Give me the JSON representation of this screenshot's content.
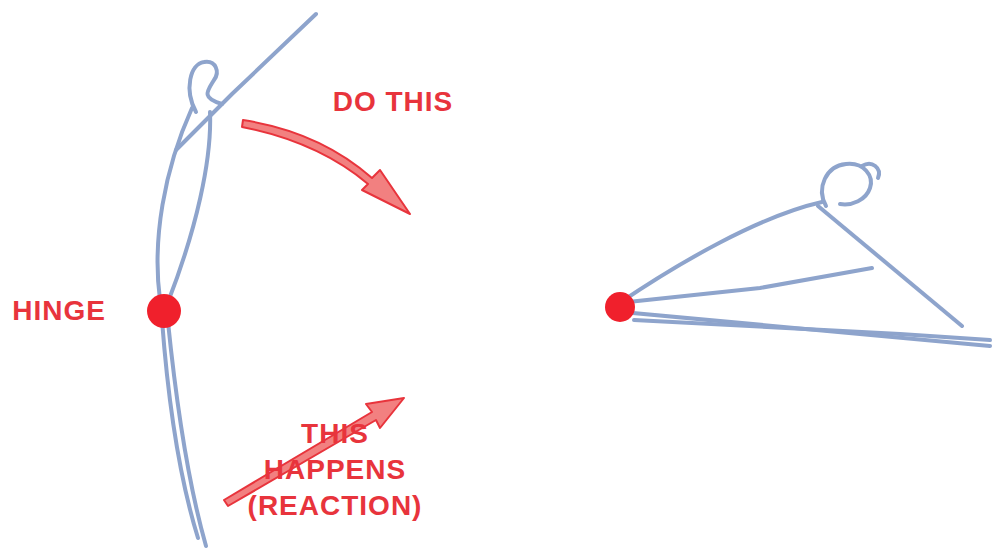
{
  "diagram": {
    "labels": [
      "DO THIS",
      "HINGE",
      "THIS HAPPENS (REACTION)"
    ]
  }
}
